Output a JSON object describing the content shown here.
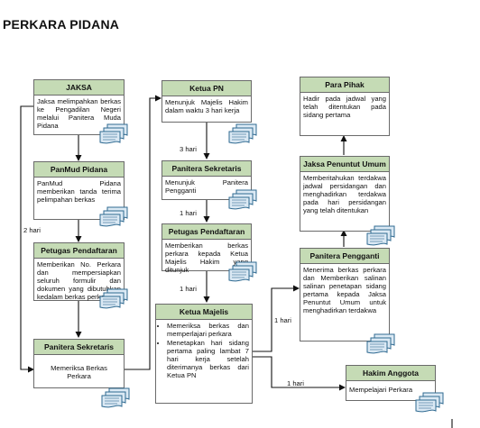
{
  "title": "PERKARA PIDANA",
  "colors": {
    "header_fill": "#c5dbb5",
    "doc_fill": "#dbe9f4",
    "doc_stroke": "#2f6a91",
    "line": "#111111"
  },
  "boxes": {
    "jaksa": {
      "title": "JAKSA",
      "text": "Jaksa melimpahkan berkas ke Pengadilan Negeri melalui Panitera Muda Pidana"
    },
    "panmud": {
      "title": "PanMud Pidana",
      "text": "PanMud Pidana memberikan tanda terima pelimpahan berkas"
    },
    "petugas1": {
      "title": "Petugas Pendaftaran",
      "text": "Memberikan No. Perkara dan mempersiapkan seluruh formulir dan dokumen yang dibutuhkan kedalam berkas perkara"
    },
    "panitera_sek1": {
      "title": "Panitera Sekretaris",
      "text": "Memeriksa Berkas\nPerkara"
    },
    "ketua_pn": {
      "title": "Ketua PN",
      "text": "Menunjuk Majelis Hakim dalam waktu 3 hari kerja"
    },
    "panitera_sek2": {
      "title": "Panitera Sekretaris",
      "text": "Menunjuk Panitera Pengganti"
    },
    "petugas2": {
      "title": "Petugas Pendaftaran",
      "text": "Memberikan berkas perkara kepada Ketua Majelis Hakim yang ditunjuk"
    },
    "ketua_majelis": {
      "title": "Ketua Majelis",
      "items": [
        "Memeriksa berkas dan memperlajari perkara",
        "Menetapkan hari sidang pertama paling lambat 7 hari kerja setelah diterimanya berkas dari Ketua PN"
      ]
    },
    "para_pihak": {
      "title": "Para Pihak",
      "text": "Hadir pada jadwal yang telah ditentukan pada sidang pertama"
    },
    "jaksa_penuntut": {
      "title": "Jaksa Penuntut Umum",
      "text": "Memberitahukan terdakwa jadwal persidangan dan menghadirkan terdakwa pada hari persidangan yang telah ditentukan"
    },
    "panitera_pengganti": {
      "title": "Panitera Pengganti",
      "text": "Menerima berkas perkara dan Memberikan salinan salinan penetapan sidang pertama kepada Jaksa Penuntut Umum untuk menghadirkan terdakwa"
    },
    "hakim_anggota": {
      "title": "Hakim Anggota",
      "text": "Mempelajari Perkara"
    }
  },
  "labels": {
    "two_days": "2 hari",
    "three_days": "3 hari",
    "one_day_a": "1 hari",
    "one_day_b": "1 hari",
    "one_day_c": "1 hari",
    "one_day_d": "1 hari"
  }
}
